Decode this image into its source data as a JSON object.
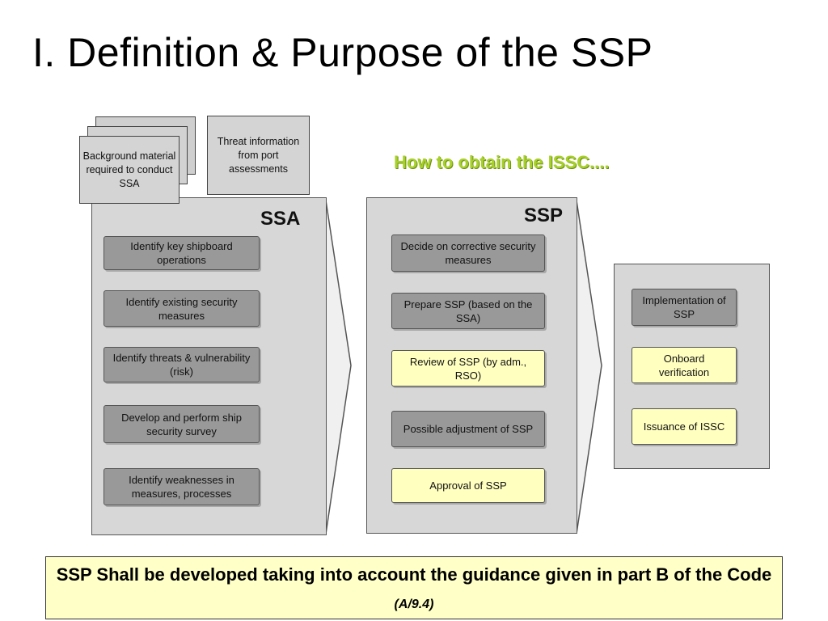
{
  "title": "I. Definition & Purpose of the SSP",
  "subtitle": "How to obtain the ISSC....",
  "inputs": {
    "background": "Background material required to conduct SSA",
    "threat": "Threat information from port assessments"
  },
  "panels": {
    "ssa": {
      "label": "SSA",
      "steps": [
        "Identify key shipboard operations",
        "Identify existing security measures",
        "Identify threats & vulnerability (risk)",
        "Develop and perform ship security survey",
        "Identify weaknesses in measures, processes"
      ]
    },
    "ssp": {
      "label": "SSP",
      "steps": [
        "Decide on corrective security measures",
        "Prepare SSP (based on the SSA)",
        "Review of SSP (by adm., RSO)",
        "Possible adjustment of SSP",
        "Approval of SSP"
      ]
    },
    "issc": {
      "steps": [
        "Implementation of SSP",
        "Onboard verification",
        "Issuance of ISSC"
      ]
    }
  },
  "note": {
    "text": "SSP Shall be developed taking into account the guidance given in part B of the Code",
    "ref": "(A/9.4)"
  },
  "colors": {
    "gray_box": "#999999",
    "yellow_box": "#ffffc0",
    "panel": "#d7d7d7",
    "subtitle": "#a8d02a",
    "note_bg": "#ffffc8"
  }
}
